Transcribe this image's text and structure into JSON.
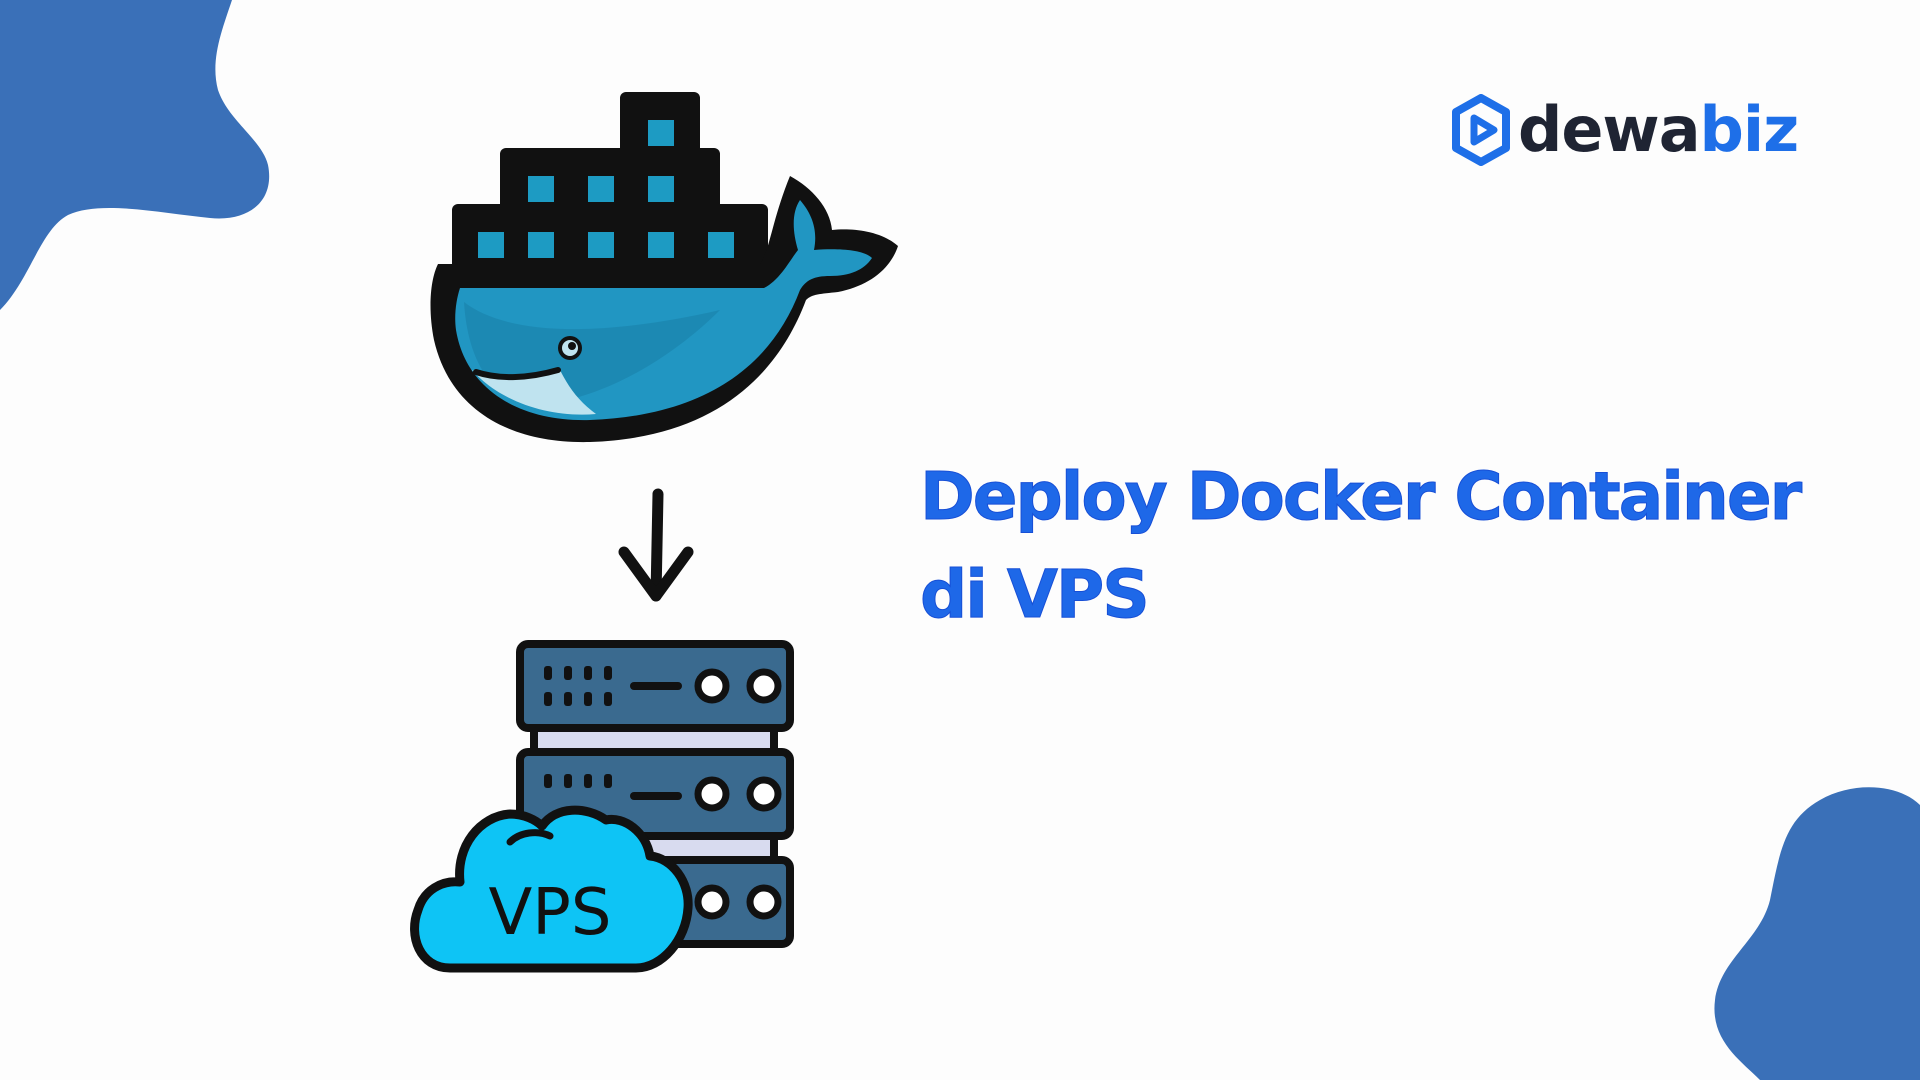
{
  "brand": {
    "name_part1": "dewa",
    "name_part2": "biz",
    "accent_color": "#1e6fe8",
    "dark_color": "#1f2433",
    "logo_icon": "play-hex-icon"
  },
  "headline": {
    "line1": "Deploy Docker Container",
    "line2": "di VPS",
    "color": "#1e68e8"
  },
  "illustration": {
    "top_icon": "docker-whale-icon",
    "arrow_icon": "arrow-down-icon",
    "bottom_icon": "server-rack-icon",
    "cloud_label": "VPS"
  },
  "decor": {
    "blob_color": "#3a70b8"
  }
}
